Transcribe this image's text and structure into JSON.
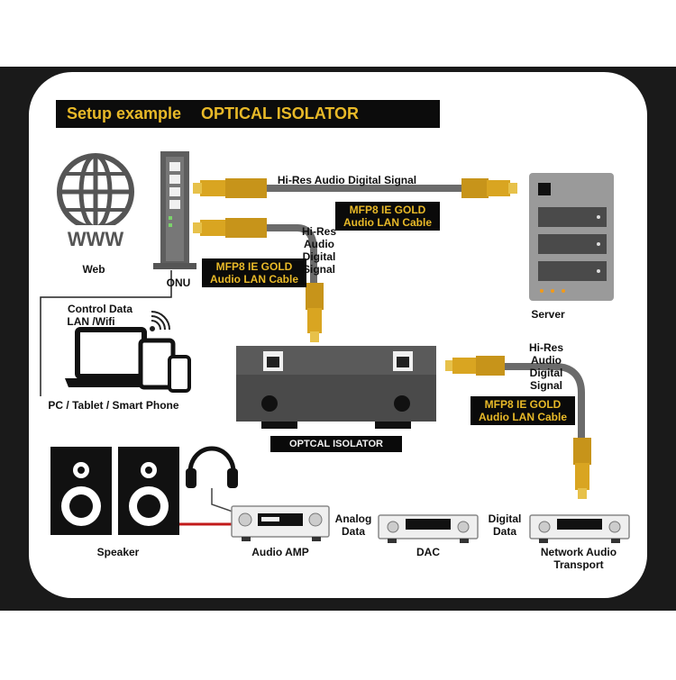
{
  "banner": {
    "part1": "Setup example",
    "part2": "OPTICAL ISOLATOR"
  },
  "labels": {
    "web": "Web",
    "onu": "ONU",
    "server": "Server",
    "control_line1": "Control Data",
    "control_line2": "LAN /Wifi",
    "pc": "PC / Tablet / Smart Phone",
    "signal_top": "Hi-Res Audio Digital Signal",
    "signal_mid": [
      "Hi-Res",
      "Audio",
      "Digital",
      "Signal"
    ],
    "signal_right": [
      "Hi-Res",
      "Audio",
      "Digital",
      "Signal"
    ],
    "cable_top": [
      "MFP8 IE GOLD",
      "Audio LAN Cable"
    ],
    "cable_left": [
      "MFP8 IE GOLD",
      "Audio LAN Cable"
    ],
    "cable_right": [
      "MFP8 IE GOLD",
      "Audio LAN Cable"
    ],
    "isolator": "OPTCAL ISOLATOR",
    "speaker": "Speaker",
    "amp": "Audio AMP",
    "dac": "DAC",
    "transport": [
      "Network Audio",
      "Transport"
    ],
    "analog": [
      "Analog",
      "Data"
    ],
    "digital": [
      "Digital",
      "Data"
    ],
    "www": "WWW"
  },
  "colors": {
    "frame": "#1a1a1a",
    "panel": "#ffffff",
    "gold_text": "#e8b928",
    "connector_gold": "#d9a521",
    "cable": "#6b6b6b",
    "red_wire": "#c21a1a"
  }
}
